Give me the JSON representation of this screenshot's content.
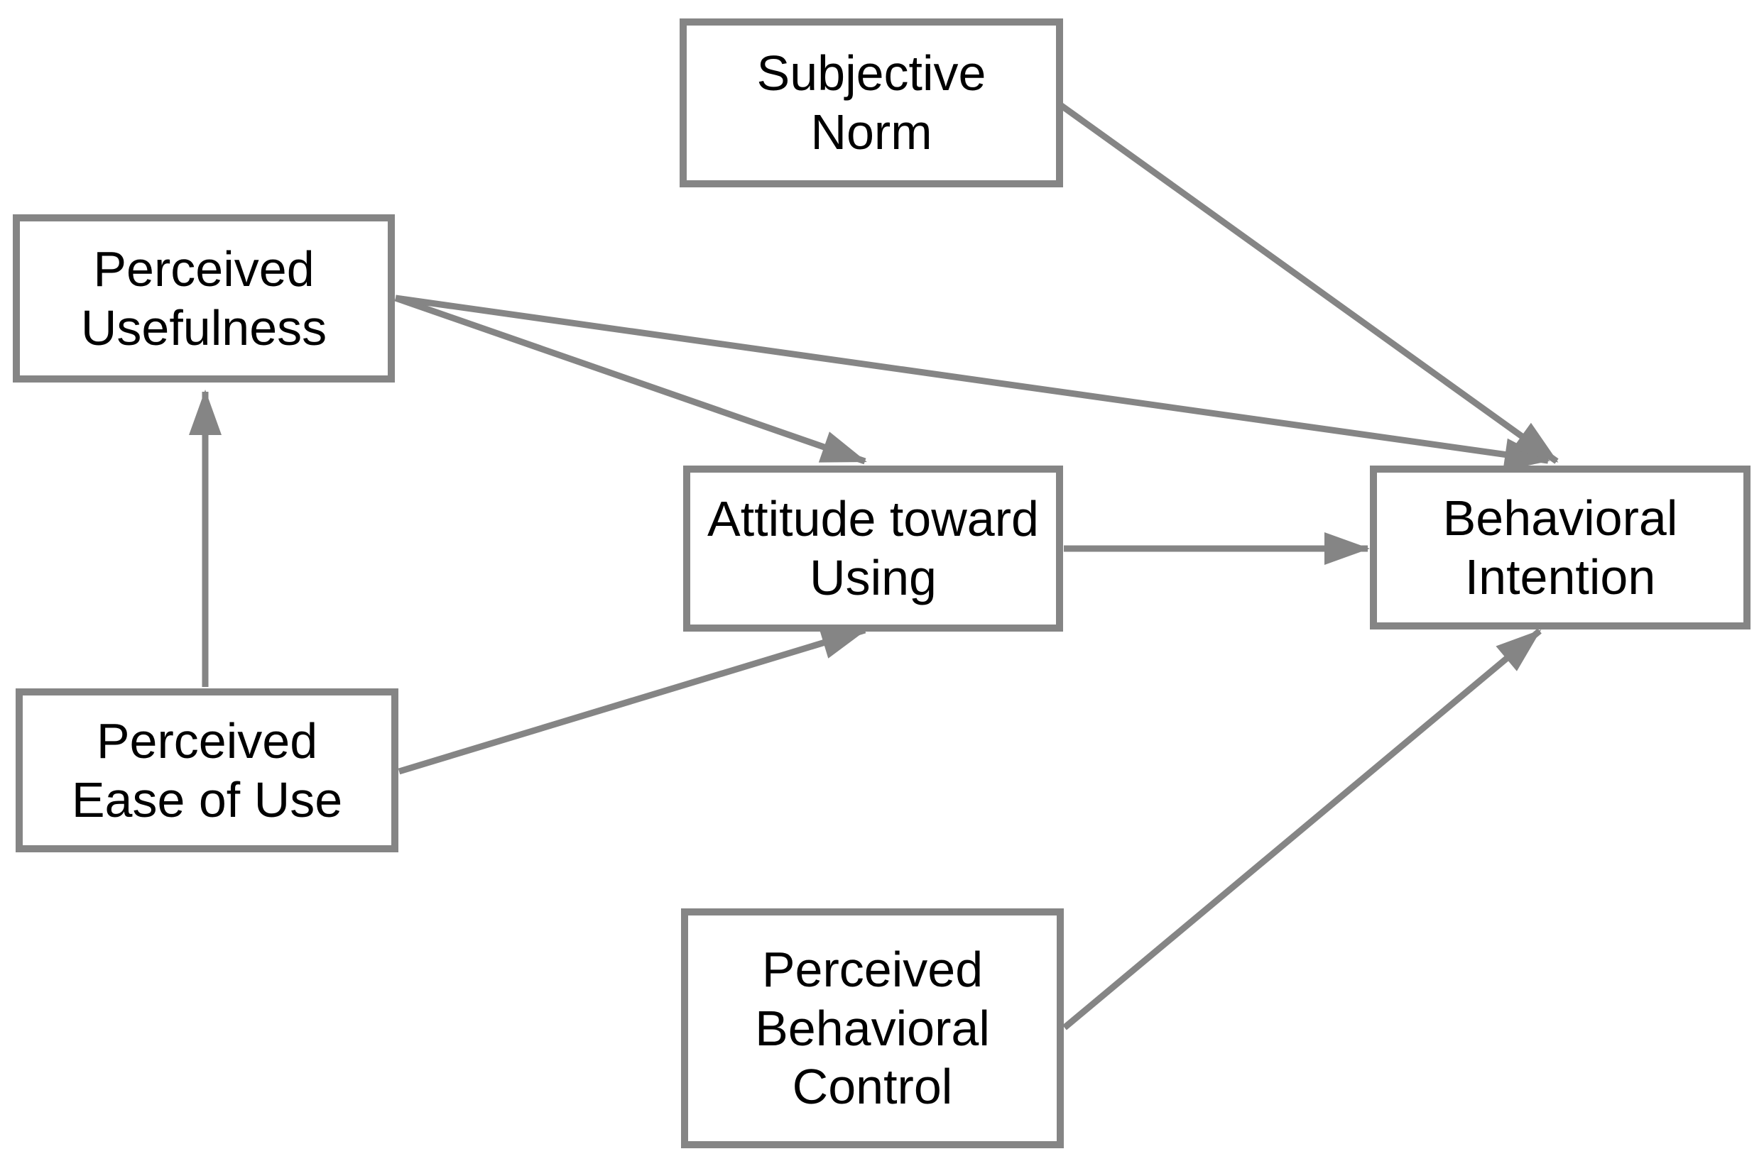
{
  "diagram": {
    "background_color": "#ffffff",
    "box_border_color": "#858585",
    "box_fill_color": "#ffffff",
    "arrow_color": "#858585",
    "text_color": "#000000",
    "nodes": {
      "subjective_norm": {
        "label": "Subjective\nNorm"
      },
      "perceived_usefulness": {
        "label": "Perceived\nUsefulness"
      },
      "perceived_ease_of_use": {
        "label": "Perceived\nEase of Use"
      },
      "attitude_toward_using": {
        "label": "Attitude toward\nUsing"
      },
      "behavioral_intention": {
        "label": "Behavioral\nIntention"
      },
      "perceived_behavioral_control": {
        "label": "Perceived\nBehavioral\nControl"
      }
    },
    "edges": [
      {
        "from": "perceived_ease_of_use",
        "to": "perceived_usefulness"
      },
      {
        "from": "perceived_usefulness",
        "to": "attitude_toward_using"
      },
      {
        "from": "perceived_usefulness",
        "to": "behavioral_intention"
      },
      {
        "from": "perceived_ease_of_use",
        "to": "attitude_toward_using"
      },
      {
        "from": "subjective_norm",
        "to": "behavioral_intention"
      },
      {
        "from": "attitude_toward_using",
        "to": "behavioral_intention"
      },
      {
        "from": "perceived_behavioral_control",
        "to": "behavioral_intention"
      }
    ]
  }
}
